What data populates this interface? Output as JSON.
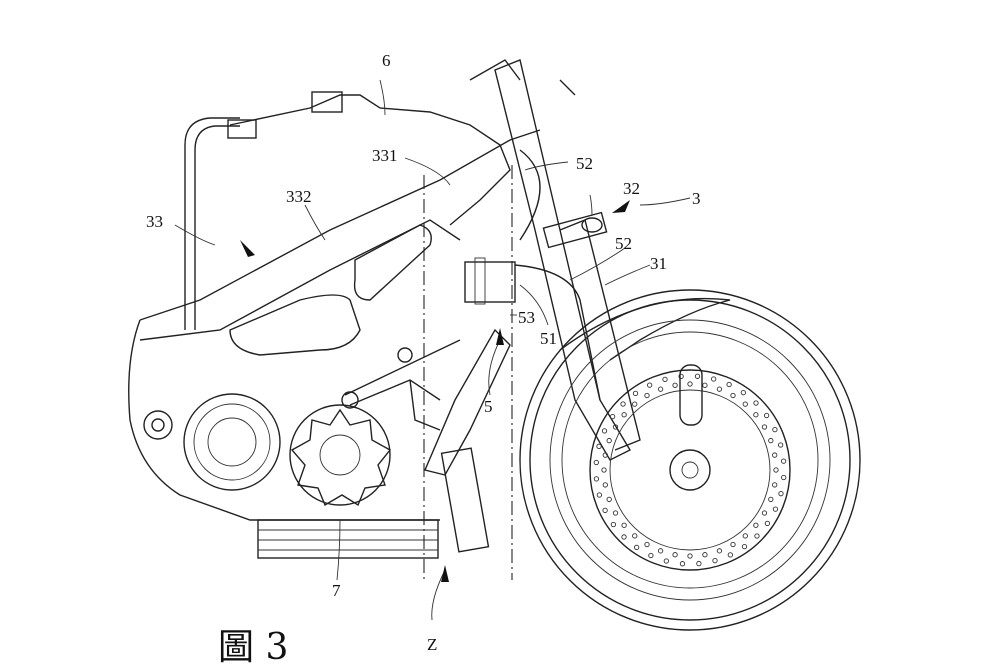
{
  "figure": {
    "caption": "圖 3",
    "labels": {
      "l6": "6",
      "l331": "331",
      "l332": "332",
      "l33": "33",
      "l52a": "52",
      "l32": "32",
      "l3": "3",
      "l52b": "52",
      "l31": "31",
      "l53": "53",
      "l51": "51",
      "l5": "5",
      "l7": "7",
      "lZ": "Z"
    }
  }
}
